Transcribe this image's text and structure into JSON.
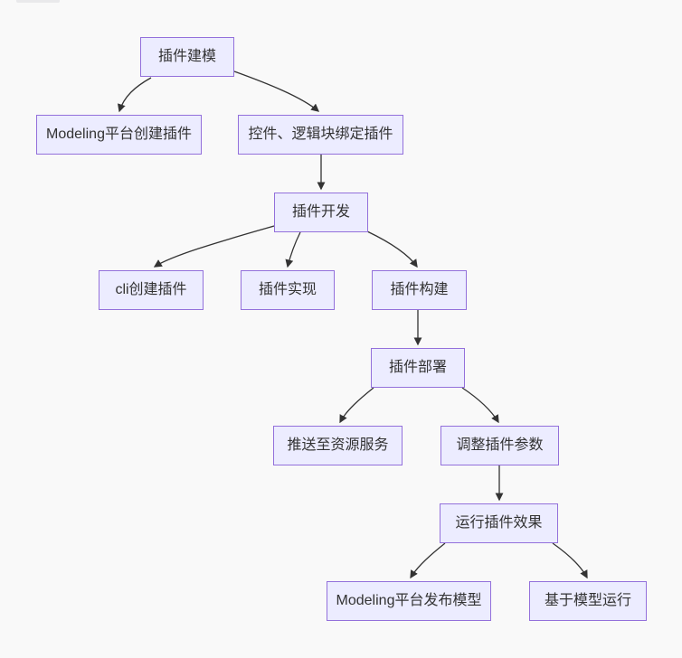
{
  "colors": {
    "background": "#f9f9f9",
    "node_fill": "#ECECFF",
    "node_border": "#9370DB",
    "edge_stroke": "#333333",
    "text": "#333333"
  },
  "diagram": {
    "type": "flowchart",
    "direction": "top-down",
    "nodes": [
      {
        "id": "A",
        "label": "插件建模"
      },
      {
        "id": "B",
        "label": "Modeling平台创建插件"
      },
      {
        "id": "C",
        "label": "控件、逻辑块绑定插件"
      },
      {
        "id": "D",
        "label": "插件开发"
      },
      {
        "id": "E",
        "label": "cli创建插件"
      },
      {
        "id": "F",
        "label": "插件实现"
      },
      {
        "id": "G",
        "label": "插件构建"
      },
      {
        "id": "H",
        "label": "插件部署"
      },
      {
        "id": "I",
        "label": "推送至资源服务"
      },
      {
        "id": "J",
        "label": "调整插件参数"
      },
      {
        "id": "K",
        "label": "运行插件效果"
      },
      {
        "id": "L",
        "label": "Modeling平台发布模型"
      },
      {
        "id": "M",
        "label": "基于模型运行"
      }
    ],
    "edges": [
      {
        "from": "A",
        "to": "B"
      },
      {
        "from": "A",
        "to": "C"
      },
      {
        "from": "C",
        "to": "D"
      },
      {
        "from": "D",
        "to": "E"
      },
      {
        "from": "D",
        "to": "F"
      },
      {
        "from": "D",
        "to": "G"
      },
      {
        "from": "G",
        "to": "H"
      },
      {
        "from": "H",
        "to": "I"
      },
      {
        "from": "H",
        "to": "J"
      },
      {
        "from": "J",
        "to": "K"
      },
      {
        "from": "K",
        "to": "L"
      },
      {
        "from": "K",
        "to": "M"
      }
    ]
  }
}
